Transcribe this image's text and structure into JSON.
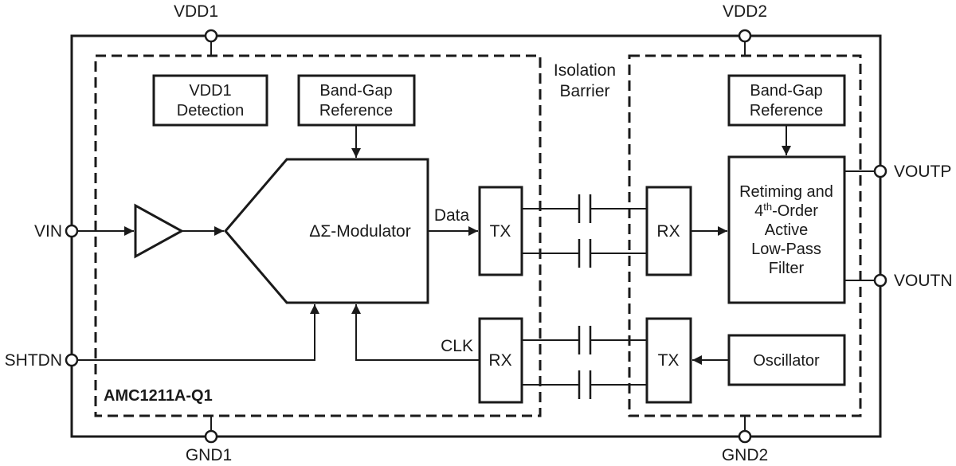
{
  "part_label": "AMC1211A-Q1",
  "pins": {
    "vdd1": "VDD1",
    "vdd2": "VDD2",
    "gnd1": "GND1",
    "gnd2": "GND2",
    "vin": "VIN",
    "shtdn": "SHTDN",
    "voutp": "VOUTP",
    "voutn": "VOUTN"
  },
  "blocks": {
    "vdd1_detection_line1": "VDD1",
    "vdd1_detection_line2": "Detection",
    "bandgap_left_line1": "Band-Gap",
    "bandgap_left_line2": "Reference",
    "modulator": "ΔΣ-Modulator",
    "tx_top": "TX",
    "rx_top": "RX",
    "rx_bottom": "RX",
    "tx_bottom": "TX",
    "bandgap_right_line1": "Band-Gap",
    "bandgap_right_line2": "Reference",
    "filter_line1": "Retiming and",
    "filter_line2_base": "4",
    "filter_line2_sup": "th",
    "filter_line2_rest": "-Order",
    "filter_line3": "Active",
    "filter_line4": "Low-Pass",
    "filter_line5": "Filter",
    "oscillator": "Oscillator"
  },
  "labels": {
    "isolation_line1": "Isolation",
    "isolation_line2": "Barrier",
    "data_signal": "Data",
    "clk_signal": "CLK"
  },
  "colors": {
    "ink": "#1a1a1a",
    "background": "#ffffff"
  }
}
